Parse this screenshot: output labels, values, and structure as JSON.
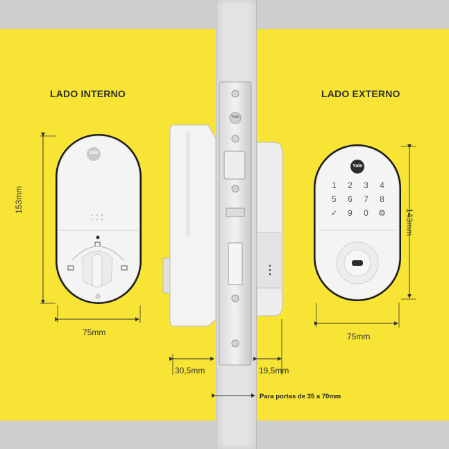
{
  "titles": {
    "inside": "LADO INTERNO",
    "outside": "LADO EXTERNO"
  },
  "dimensions": {
    "inside_height": "153mm",
    "inside_width": "75mm",
    "outside_height": "143mm",
    "outside_width": "75mm",
    "inside_depth": "30,5mm",
    "outside_depth": "19,5mm"
  },
  "door_note": "Para portas de 35 a 70mm",
  "brand": "Yale",
  "keypad": [
    "1",
    "2",
    "3",
    "4",
    "5",
    "6",
    "7",
    "8",
    "✓",
    "9",
    "0",
    "⚙"
  ],
  "colors": {
    "background": "#f7e435",
    "band": "#cfcfcf",
    "door": "#e4e4e2"
  }
}
